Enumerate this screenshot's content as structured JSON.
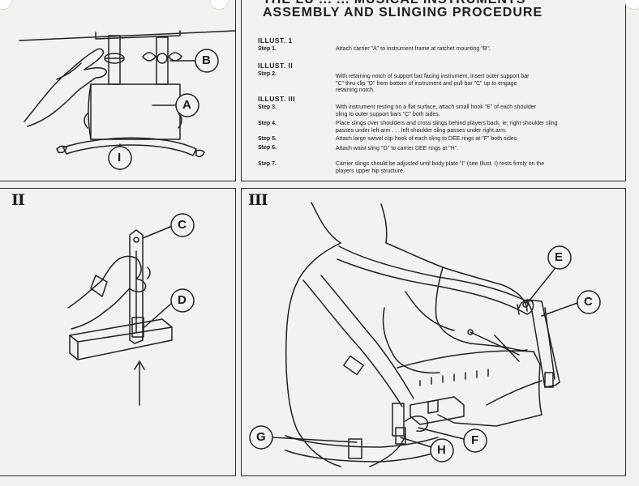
{
  "header": {
    "title_line1": "THE LU   ...   ...  MUSICAL INSTRUMENTS",
    "title_line2": "ASSEMBLY AND SLINGING PROCEDURE"
  },
  "panels": {
    "panel2_numeral": "II",
    "panel3_numeral": "III"
  },
  "instructions": {
    "sections": [
      {
        "label": "ILLUST. 1"
      },
      {
        "label": "ILLUST. II"
      },
      {
        "label": "ILLUST. III"
      }
    ],
    "steps": [
      {
        "label": "Step 1.",
        "lines": [
          "Attach carrier \"A\" to instrument frame at ratchet mounting \"B\"."
        ]
      },
      {
        "label": "Step 2.",
        "lines": [
          "With retaining notch of support bar facing instrument, insert outer support bar",
          "\"C\" thru clip \"D\" from bottom of instrument and pull bar \"C\" up to engage",
          "retaining notch."
        ]
      },
      {
        "label": "Step 3.",
        "lines": [
          "With instrument resting on a flat surface, attach small hook \"E\" of each shoulder",
          "sling to outer support bars \"C\" both sides."
        ]
      },
      {
        "label": "Step 4.",
        "lines": [
          "Place slings over shoulders and cross slings behind players back, ie; right shoulder sling",
          "passes under left arm . . . left shoulder sling passes under right arm."
        ]
      },
      {
        "label": "Step 5.",
        "lines": [
          "Attach large swivel clip hook of each sling to DEE rings at \"F\" both sides."
        ]
      },
      {
        "label": "Step 6.",
        "lines": [
          "Attach waist sling \"G\" to carrier DEE rings at \"H\"."
        ]
      },
      {
        "label": "Step 7.",
        "lines": [
          "Carrier slings should be adjusted until body plate \"I\" (see Illust. I) rests firmly on the",
          "players upper hip structure."
        ]
      }
    ]
  },
  "callouts": [
    "A",
    "B",
    "C",
    "D",
    "E",
    "C",
    "F",
    "G",
    "H",
    "I"
  ]
}
